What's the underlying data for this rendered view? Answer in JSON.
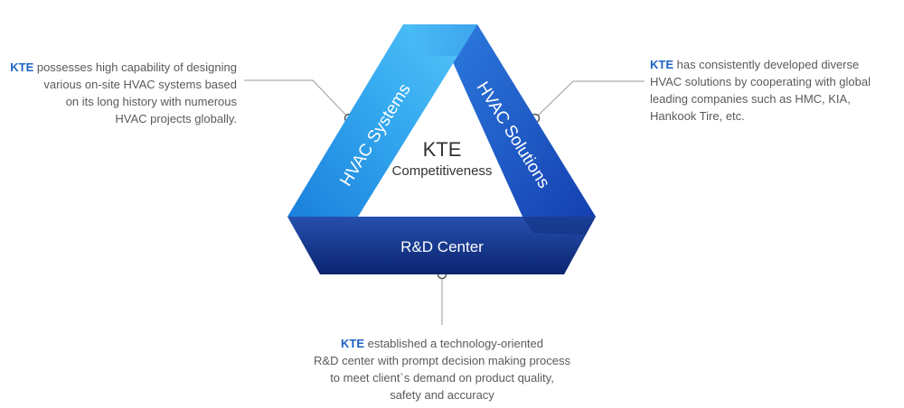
{
  "center": {
    "title": "KTE",
    "subtitle": "Competitiveness"
  },
  "segments": {
    "left": "HVAC Systems",
    "right": "HVAC Solutions",
    "bottom": "R&D Center"
  },
  "notes": {
    "left": {
      "brand": "KTE",
      "lines": [
        " possesses high capability of designing",
        "various on-site HVAC systems based",
        "on its long history with numerous",
        "HVAC projects globally."
      ]
    },
    "right": {
      "brand": "KTE",
      "lines": [
        " has consistently developed diverse",
        "HVAC solutions by cooperating with global",
        "leading companies such as HMC, KIA,",
        "Hankook Tire, etc."
      ]
    },
    "bottom": {
      "brand": "KTE",
      "lines": [
        " established a technology-oriented",
        "R&D center with prompt decision making process",
        "to meet client`s demand on product quality,",
        "safety and accuracy"
      ]
    }
  },
  "colors": {
    "left_band_light": "#3fb6f5",
    "left_band_dark": "#1b86e2",
    "right_band_light": "#2a6fd8",
    "right_band_dark": "#1743b4",
    "bottom_band_light": "#1f4aa8",
    "bottom_band_dark": "#0f2a78",
    "brand": "#1d63c3",
    "connector": "#9a9a9a"
  }
}
